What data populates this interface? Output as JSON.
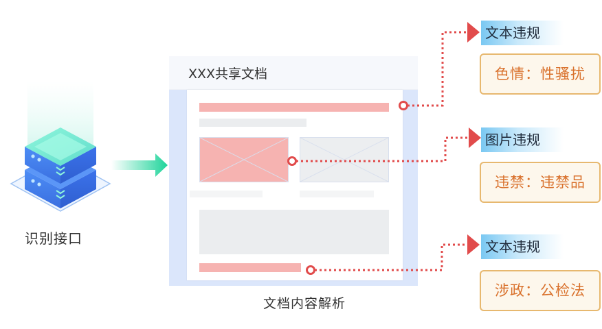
{
  "server": {
    "label": "识别接口",
    "icon": "server-stack-icon"
  },
  "document": {
    "title": "XXX共享文档",
    "caption": "文档内容解析"
  },
  "tags": [
    {
      "heading": "文本违规",
      "detail": "色情：性骚扰"
    },
    {
      "heading": "图片违规",
      "detail": "违禁：违禁品"
    },
    {
      "heading": "文本违规",
      "detail": "涉政：公检法"
    }
  ],
  "colors": {
    "connector": "#e14b4b",
    "tag_text": "#d9712c",
    "tag_border": "#e7b86f",
    "highlight_bar": "#f6b3b1",
    "server_blue": "#3f7cf0",
    "server_top": "#7ef0d8",
    "flow_arrow": "#1ed49a"
  }
}
